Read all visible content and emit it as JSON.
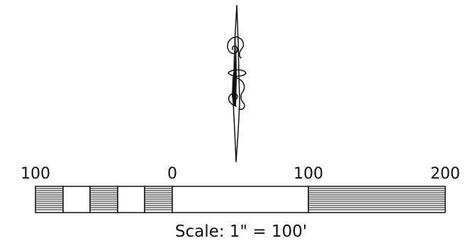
{
  "north_arrow": {
    "icon": "north-arrow-icon",
    "color": "#111111"
  },
  "scale_bar": {
    "labels": [
      "100",
      "0",
      "100",
      "200"
    ],
    "caption": "Scale: 1\" = 100'",
    "segment_fills": [
      "hatched",
      "blank",
      "hatched",
      "blank",
      "hatched",
      "blank",
      "hatched"
    ],
    "ink_color": "#111111"
  }
}
